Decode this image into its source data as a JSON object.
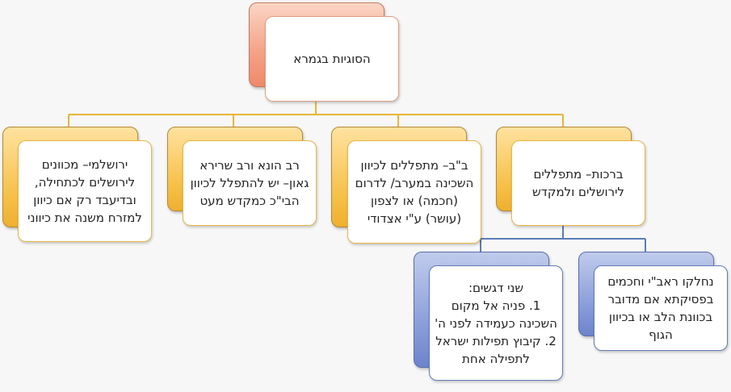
{
  "root": {
    "text": "הסוגיות בגמרא"
  },
  "level1": [
    {
      "text": "ירושלמי– מכוונים לירושלים לכתחילה, ובדיעבד רק אם כיוון למזרח משנה את כיווני"
    },
    {
      "text": "רב הונא ורב שרירא גאון– יש להתפלל לכיוון הבי\"כ כמקדש מעט"
    },
    {
      "text": "ב\"ב– מתפללים לכיוון השכינה במערב/ לדרום (חכמה) או לצפון (עושר) ע\"י אצדודי"
    },
    {
      "text": "ברכות– מתפללים לירושלים ולמקדש"
    }
  ],
  "level2": [
    {
      "text": "שני דגשים:\n1. פניה אל מקום השכינה כעמידה לפני ה'\n2. קיבוץ תפילות ישראל לתפילה אחת"
    },
    {
      "text": "נחלקו ראב\"י וחכמים בפסיקתא אם מדובר בכוונת הלב או בכיוון הגוף"
    }
  ],
  "colors": {
    "orange_line": "#e8b53a",
    "blue_line": "#5a7db5"
  }
}
